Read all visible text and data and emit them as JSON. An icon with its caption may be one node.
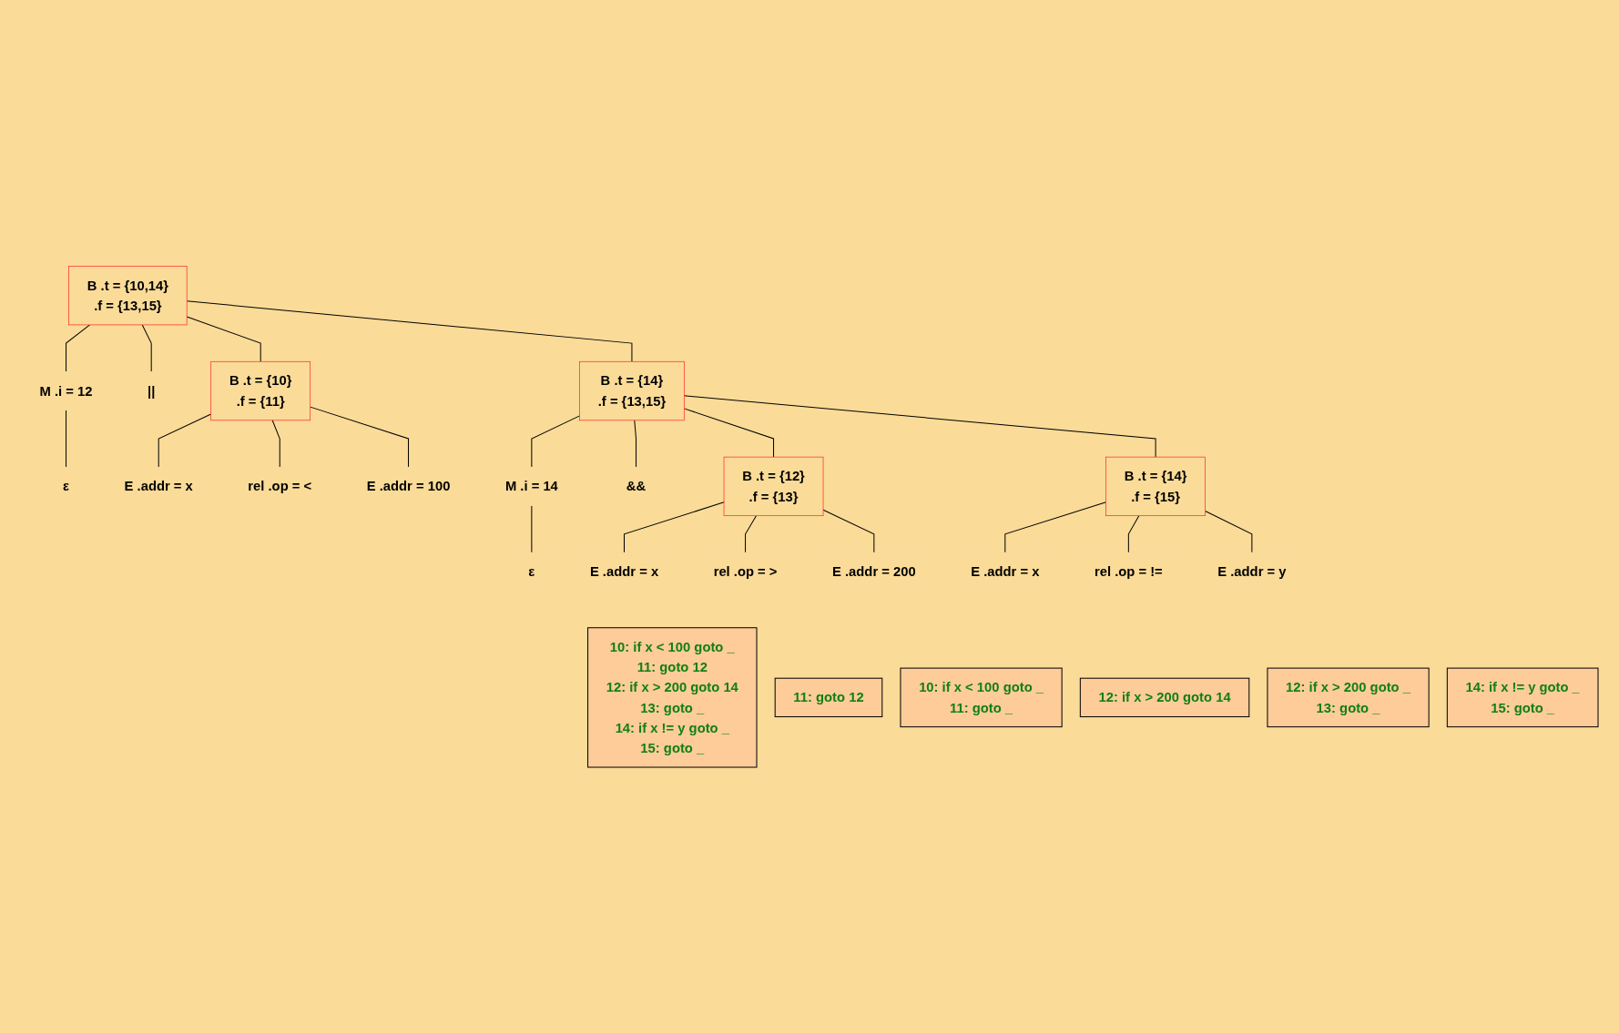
{
  "diagram": {
    "nodes": [
      {
        "text": [
          "10: if x < 100 goto _",
          "11: goto 12",
          "12: if x > 200 goto 14",
          "13: goto _",
          "14: if x != y goto _",
          "15: goto _"
        ]
      },
      {
        "text": [
          "B .t = {10,14}",
          ".f = {13,15}"
        ]
      },
      {
        "text": [
          "11: goto 12"
        ]
      },
      {
        "text": [
          "B .t = {10}",
          ".f = {11}"
        ]
      },
      {
        "text": [
          "||"
        ]
      },
      {
        "text": [
          "M .i = 12"
        ]
      },
      {
        "text": [
          "B .t = {14}",
          ".f = {13,15}"
        ]
      },
      {
        "text": [
          "ε"
        ]
      },
      {
        "text": [
          "10: if x < 100 goto _",
          "11: goto _"
        ]
      },
      {
        "text": [
          "E .addr = x"
        ]
      },
      {
        "text": [
          "rel .op = <"
        ]
      },
      {
        "text": [
          "E .addr = 100"
        ]
      },
      {
        "text": [
          "12: if x > 200 goto 14"
        ]
      },
      {
        "text": [
          "B .t = {12}",
          ".f = {13}"
        ]
      },
      {
        "text": [
          "&&"
        ]
      },
      {
        "text": [
          "M .i = 14"
        ]
      },
      {
        "text": [
          "B .t = {14}",
          ".f = {15}"
        ]
      },
      {
        "text": [
          "ε"
        ]
      },
      {
        "text": [
          "12: if x > 200 goto _",
          "13: goto _"
        ]
      },
      {
        "text": [
          "14: if x != y goto _",
          "15: goto _"
        ]
      },
      {
        "text": [
          "E .addr = x"
        ]
      },
      {
        "text": [
          "rel .op = >"
        ]
      },
      {
        "text": [
          "E .addr = 200"
        ]
      },
      {
        "text": [
          "E .addr = x"
        ]
      },
      {
        "text": [
          "rel .op = !="
        ]
      },
      {
        "text": [
          "E .addr = y"
        ]
      }
    ],
    "edges": [
      {
        "from": 1,
        "to": 3,
        "arrow": "none"
      },
      {
        "from": 1,
        "to": 4,
        "arrow": "none"
      },
      {
        "from": 1,
        "to": 5,
        "arrow": "none"
      },
      {
        "from": 1,
        "to": 6,
        "arrow": "none"
      },
      {
        "from": 3,
        "to": 9,
        "arrow": "none"
      },
      {
        "from": 3,
        "to": 10,
        "arrow": "none"
      },
      {
        "from": 3,
        "to": 11,
        "arrow": "none"
      },
      {
        "from": 5,
        "to": 7,
        "arrow": "none"
      },
      {
        "from": 6,
        "to": 13,
        "arrow": "none"
      },
      {
        "from": 6,
        "to": 14,
        "arrow": "none"
      },
      {
        "from": 6,
        "to": 15,
        "arrow": "none"
      },
      {
        "from": 6,
        "to": 16,
        "arrow": "none"
      },
      {
        "from": 15,
        "to": 17,
        "arrow": "none"
      },
      {
        "from": 13,
        "to": 20,
        "arrow": "none"
      },
      {
        "from": 13,
        "to": 21,
        "arrow": "none"
      },
      {
        "from": 13,
        "to": 22,
        "arrow": "none"
      },
      {
        "from": 16,
        "to": 23,
        "arrow": "none"
      },
      {
        "from": 16,
        "to": 24,
        "arrow": "none"
      },
      {
        "from": 16,
        "to": 25,
        "arrow": "none"
      }
    ]
  }
}
